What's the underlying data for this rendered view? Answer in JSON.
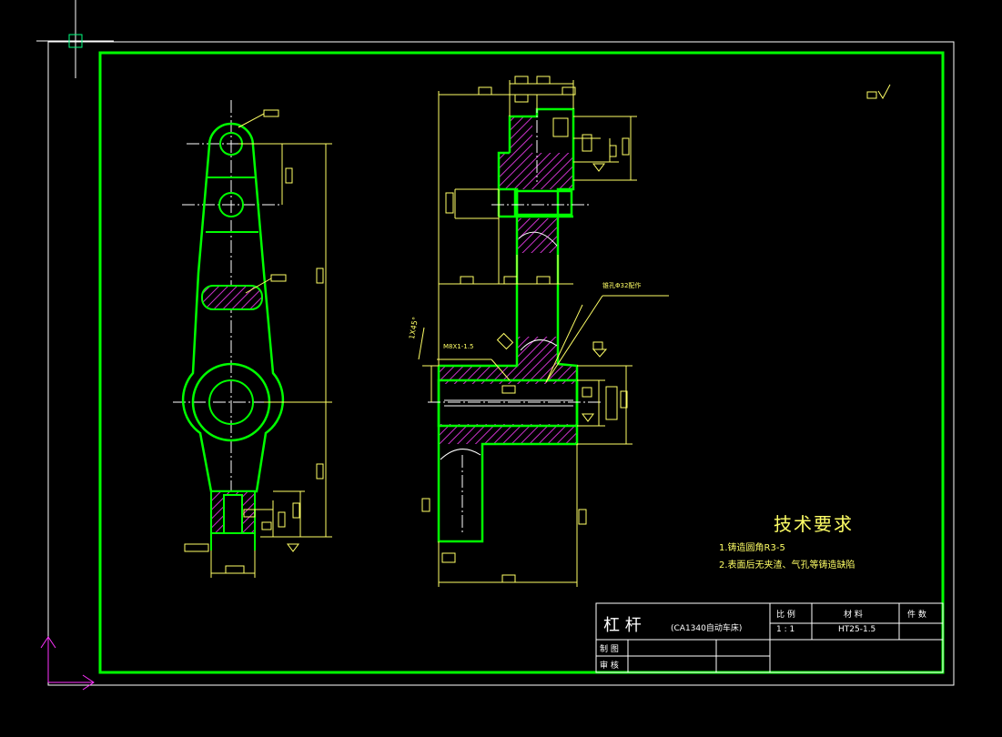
{
  "drawing": {
    "colors": {
      "background": "#000000",
      "outline": "#00ff00",
      "dimension": "#ffff66",
      "hatch": "#cc33cc",
      "centerline": "#ffffff",
      "ucs": "#ff33ff"
    },
    "tech_requirements": {
      "heading": "技术要求",
      "lines": [
        "1.铸造圆角R3-5",
        "2.表面后无夹渣、气孔等铸造缺陷"
      ]
    },
    "title_block": {
      "part_name": "杠 杆",
      "machine": "(CA1340自动车床)",
      "scale_label": "比 例",
      "scale_value": "1 : 1",
      "material_label": "材 料",
      "material_value": "HT25-1.5",
      "qty_label": "件 数",
      "drawn_label": "制 图",
      "review_label": "审 核"
    },
    "annotations": {
      "left_note": "1X45°",
      "thread_note": "M8X1-1.5",
      "side_note": "锥孔Φ32配作"
    }
  }
}
